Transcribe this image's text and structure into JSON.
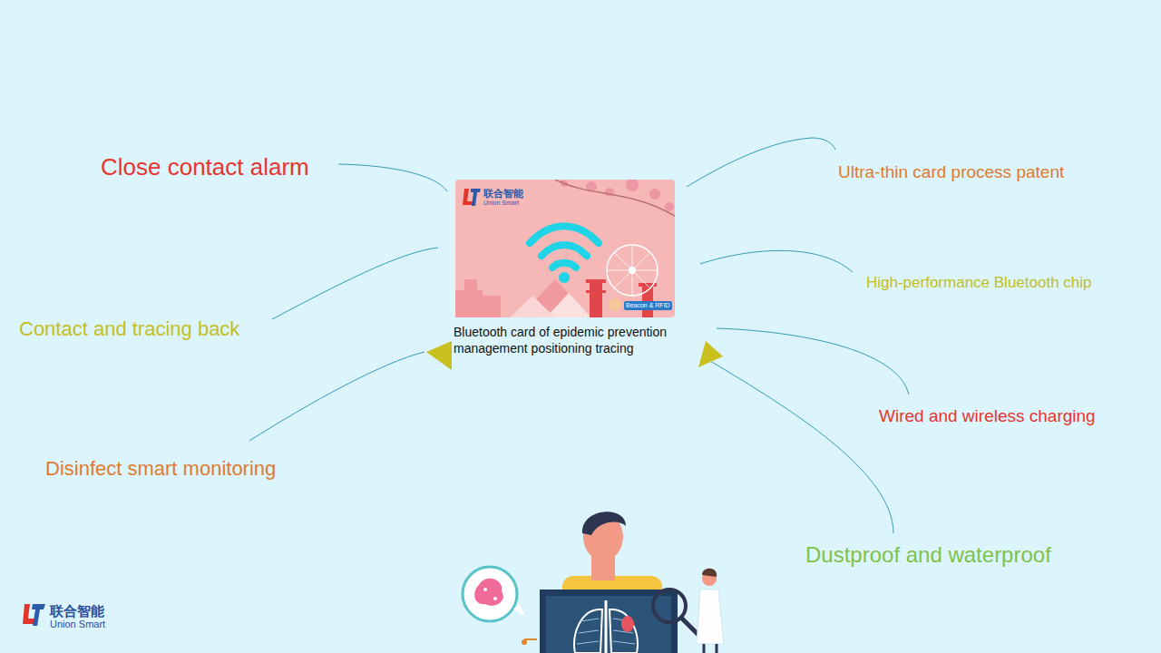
{
  "diagram": {
    "nodes": [
      {
        "text": [
          "联合智能",
          "Union Smart",
          "Beacon & RFID",
          "Bluetooth card of epidemic prevention management positioning tracing"
        ]
      }
    ],
    "labels": [
      "Close contact alarm",
      "Contact and tracing back",
      "Disinfect smart monitoring",
      "Ultra-thin card process patent",
      "High-performance Bluetooth chip",
      "Wired and wireless charging",
      "Dustproof and waterproof",
      "联合智能",
      "Union Smart"
    ]
  }
}
